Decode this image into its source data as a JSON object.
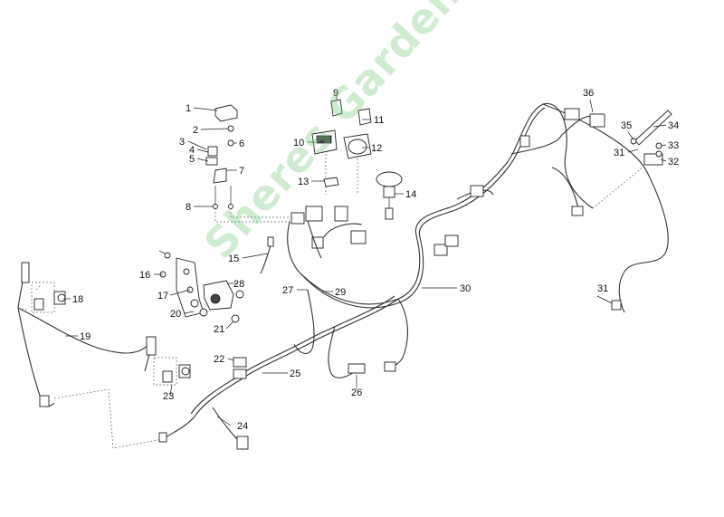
{
  "watermark": "Sheres Garden.com",
  "callouts": [
    "1",
    "2",
    "3",
    "4",
    "5",
    "6",
    "7",
    "8",
    "9",
    "10",
    "11",
    "12",
    "13",
    "14",
    "15",
    "16",
    "17",
    "18",
    "19",
    "20",
    "21",
    "22",
    "23",
    "24",
    "25",
    "26",
    "27",
    "28",
    "29",
    "30",
    "31",
    "32",
    "33",
    "34",
    "35",
    "36",
    "31"
  ]
}
